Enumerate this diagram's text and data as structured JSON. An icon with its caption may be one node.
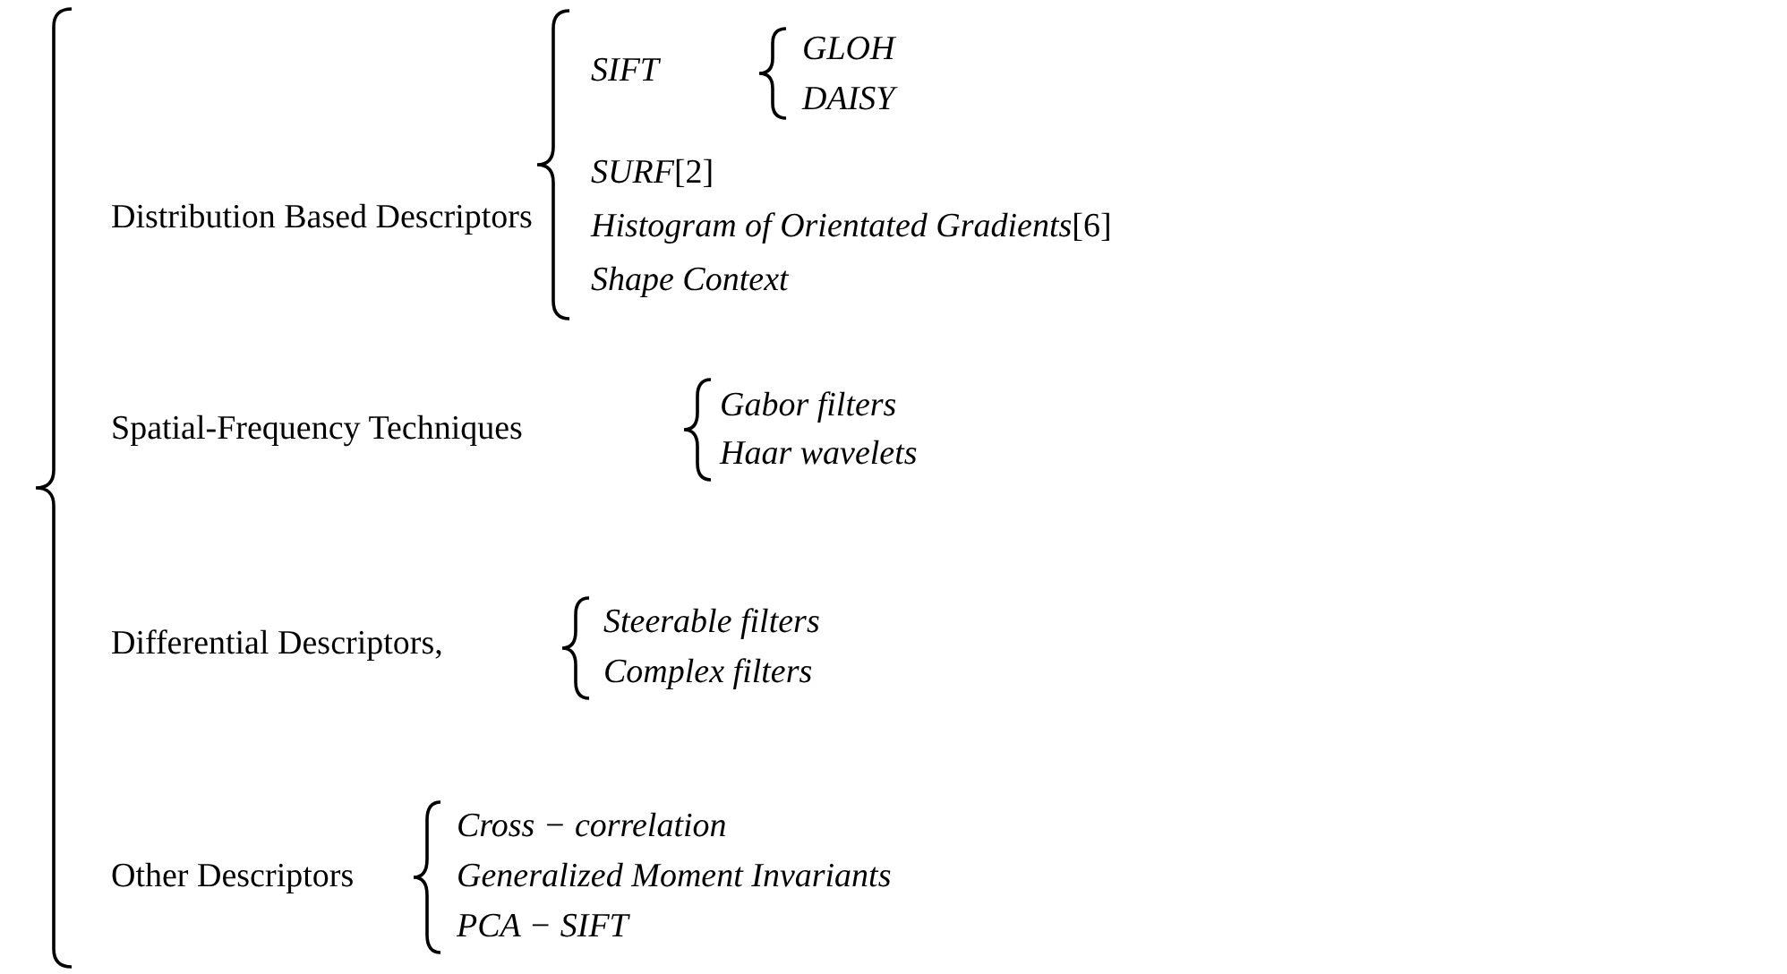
{
  "diagram": {
    "labels": [
      "Distribution Based Descriptors",
      "*SIFT*",
      "*GLOH*",
      "*DAISY*",
      "*SURF*[2]",
      "*Histogram of Orientated Gradients*[6]",
      "*Shape Context*",
      "Spatial-Frequency Techniques",
      "*Gabor filters*",
      "*Haar wavelets*",
      "Differential Descriptors,",
      "*Steerable filters*",
      "*Complex filters*",
      "Other Descriptors",
      "*Cross − correlation*",
      "*Generalized Moment Invariants*",
      "*PCA − SIFT*"
    ]
  }
}
